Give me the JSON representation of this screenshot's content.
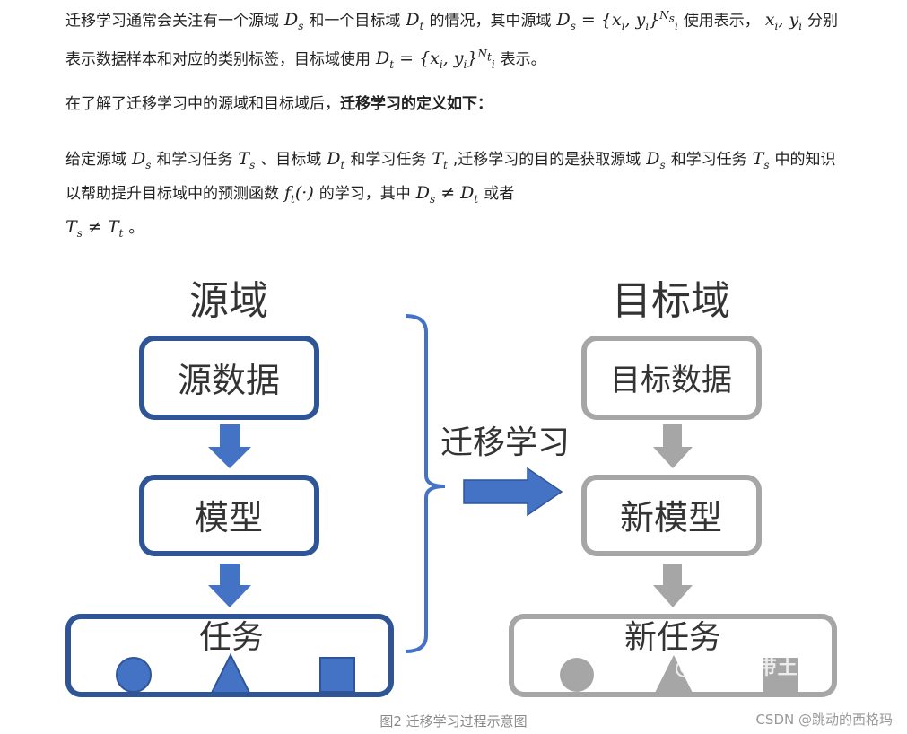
{
  "paragraph1": {
    "a": "迁移学习通常会关注有一个源域",
    "ds": "D",
    "ds_sub": "s",
    "b": "和一个目标域",
    "dt": "D",
    "dt_sub": "t",
    "c": "的情况，其中源域",
    "formula1": "D",
    "formula1_sub": "s",
    "formula1_body": "= {x",
    "formula1_i": "i",
    "formula1_mid": ", y",
    "formula1_i2": "i",
    "formula1_end": "}",
    "formula1_sup": "N",
    "formula1_sup_sub": "s",
    "formula1_sub2": "i",
    "d": "使用表示，",
    "xi": "x",
    "xi_sub": "i",
    "xy_mid": ", y",
    "yi_sub": "i",
    "e": "分别表示数据样本和对应的类别标签，目标域使用",
    "formula2": "D",
    "formula2_sub": "t",
    "formula2_body": "= {x",
    "formula2_i": "i",
    "formula2_mid": ", y",
    "formula2_i2": "i",
    "formula2_end": "}",
    "formula2_sup": "N",
    "formula2_sup_sub": "t",
    "formula2_sub2": "i",
    "f": "表示。"
  },
  "paragraph2": {
    "text": "在了解了迁移学习中的源域和目标域后，",
    "bold": "迁移学习的定义如下："
  },
  "paragraph3": {
    "a": "给定源域",
    "ds": "D",
    "ds_sub": "s",
    "b": "和学习任务",
    "ts": "T",
    "ts_sub": "s",
    "c": "、目标域",
    "dt": "D",
    "dt_sub": "t",
    "d": "和学习任务",
    "tt": "T",
    "tt_sub": "t",
    "e": ",迁移学习的目的是获取源域",
    "ds2": "D",
    "ds2_sub": "s",
    "f": "和学习任务",
    "ts2": "T",
    "ts2_sub": "s",
    "g": "中的知识以帮助提升目标域中的预测函数",
    "ft": "f",
    "ft_sub": "t",
    "ft_arg": "(·)",
    "h": "的学习，其中",
    "neq1": "D",
    "neq1_sub": "s",
    "neq1_op": " ≠ D",
    "neq1_sub2": "t",
    "i": "或者",
    "neq2": "T",
    "neq2_sub": "s",
    "neq2_op": " ≠ T",
    "neq2_sub2": "t",
    "j": "。"
  },
  "diagram": {
    "source_title": "源域",
    "target_title": "目标域",
    "source_data": "源数据",
    "source_model": "模型",
    "source_task": "任务",
    "transfer_label": "迁移学习",
    "target_data": "目标数据",
    "target_model": "新模型",
    "target_task": "新任务",
    "colors": {
      "source_border": "#2f5597",
      "shape_fill": "#4472c4",
      "target_border": "#a6a6a6",
      "target_shape": "#a6a6a6"
    }
  },
  "caption": "图2 迁移学习过程示意图",
  "watermark_zhihu": "知乎 @宇智波带土",
  "watermark_csdn": "CSDN @跳动的西格玛"
}
